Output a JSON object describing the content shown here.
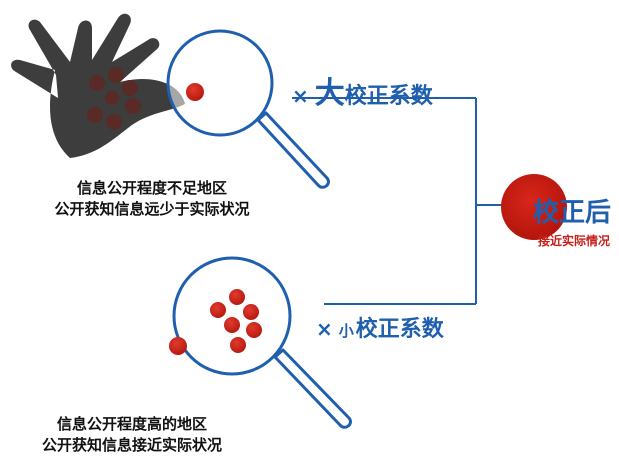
{
  "top": {
    "caption_line1": "信息公开程度不足地区",
    "caption_line2": "公开获知信息远少于实际状况",
    "factor_symbol": "×",
    "factor_size": "大",
    "factor_text": "校正系数"
  },
  "bottom": {
    "caption_line1": "信息公开程度高的地区",
    "caption_line2": "公开获知信息接近实际状况",
    "factor_symbol": "×",
    "factor_size": "小",
    "factor_text": "校正系数"
  },
  "result": {
    "title": "校正后",
    "subtitle": "接近实际情况"
  },
  "colors": {
    "accent_blue": "#1f5fae",
    "dot_red": "#c7201a",
    "hand_gray": "#3d3d3d"
  }
}
